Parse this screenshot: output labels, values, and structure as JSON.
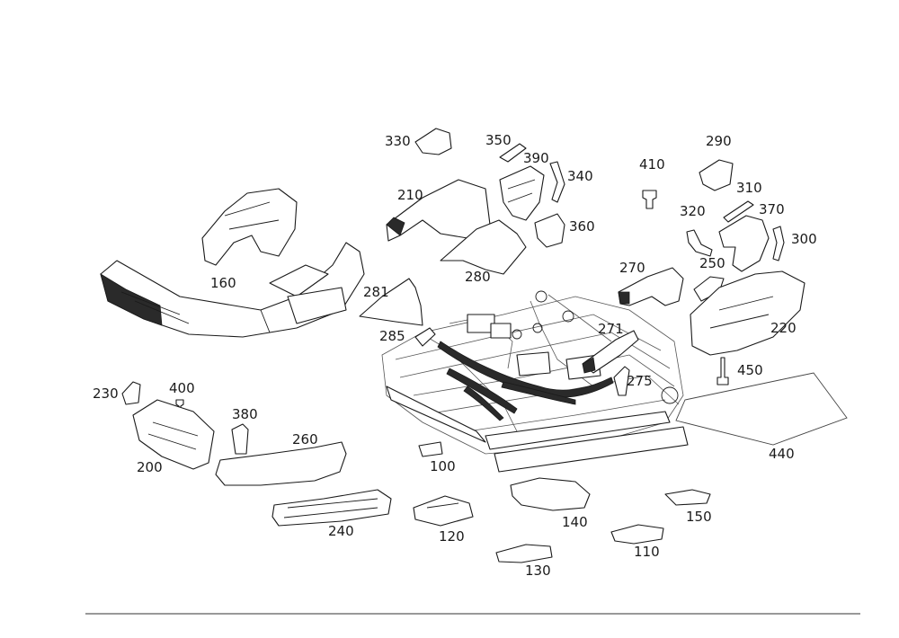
{
  "diagram": {
    "parts": [
      {
        "id": "part-330",
        "label": "330"
      },
      {
        "id": "part-350",
        "label": "350"
      },
      {
        "id": "part-390",
        "label": "390"
      },
      {
        "id": "part-340",
        "label": "340"
      },
      {
        "id": "part-360",
        "label": "360"
      },
      {
        "id": "part-290",
        "label": "290"
      },
      {
        "id": "part-410",
        "label": "410"
      },
      {
        "id": "part-310",
        "label": "310"
      },
      {
        "id": "part-320",
        "label": "320"
      },
      {
        "id": "part-370",
        "label": "370"
      },
      {
        "id": "part-300",
        "label": "300"
      },
      {
        "id": "part-210",
        "label": "210"
      },
      {
        "id": "part-280",
        "label": "280"
      },
      {
        "id": "part-270",
        "label": "270"
      },
      {
        "id": "part-250",
        "label": "250"
      },
      {
        "id": "part-160",
        "label": "160"
      },
      {
        "id": "part-281",
        "label": "281"
      },
      {
        "id": "part-220",
        "label": "220"
      },
      {
        "id": "part-285",
        "label": "285"
      },
      {
        "id": "part-271",
        "label": "271"
      },
      {
        "id": "part-450",
        "label": "450"
      },
      {
        "id": "part-275",
        "label": "275"
      },
      {
        "id": "part-230",
        "label": "230"
      },
      {
        "id": "part-400",
        "label": "400"
      },
      {
        "id": "part-380",
        "label": "380"
      },
      {
        "id": "part-260",
        "label": "260"
      },
      {
        "id": "part-200",
        "label": "200"
      },
      {
        "id": "part-100",
        "label": "100"
      },
      {
        "id": "part-440",
        "label": "440"
      },
      {
        "id": "part-140",
        "label": "140"
      },
      {
        "id": "part-150",
        "label": "150"
      },
      {
        "id": "part-240",
        "label": "240"
      },
      {
        "id": "part-120",
        "label": "120"
      },
      {
        "id": "part-110",
        "label": "110"
      },
      {
        "id": "part-130",
        "label": "130"
      }
    ]
  }
}
